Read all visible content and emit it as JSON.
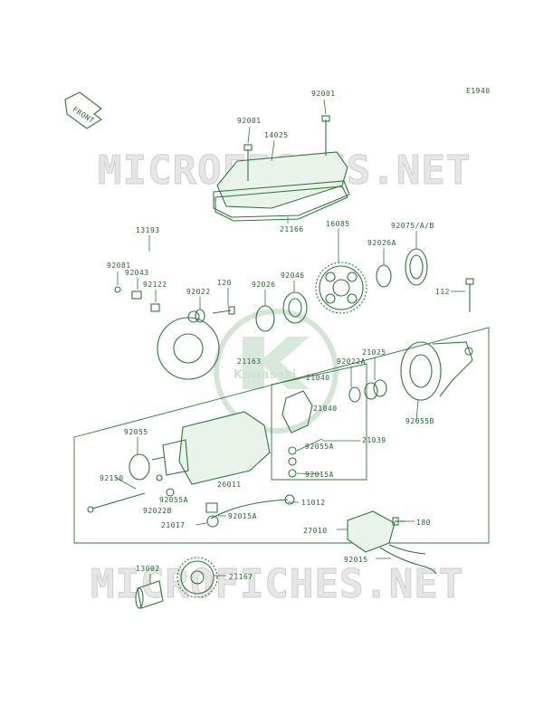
{
  "diagram_code": "E1940",
  "front_label": "FRONT",
  "watermarks": [
    "MICROFICHES.NET",
    "MICROFICHES.NET"
  ],
  "logo_text": "Kawasaki",
  "part_labels": [
    "92001",
    "92001",
    "14025",
    "21166",
    "13193",
    "92081",
    "92043",
    "92122",
    "92022",
    "120",
    "92026",
    "92046",
    "16085",
    "92026A",
    "92075/A/B",
    "112",
    "21163",
    "21040",
    "92022A",
    "21025",
    "21040",
    "92055B",
    "92055A",
    "21039",
    "92015A",
    "92055",
    "92150",
    "92055A",
    "92022B",
    "26011",
    "11012",
    "92015A",
    "21017",
    "27010",
    "180",
    "92015",
    "13002",
    "21167"
  ]
}
